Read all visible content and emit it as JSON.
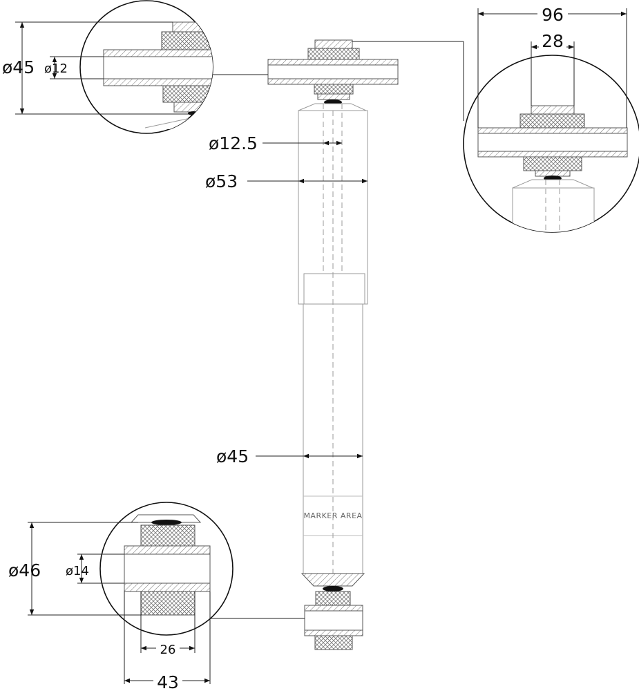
{
  "drawing": {
    "title": "",
    "marker_area": "MARKER AREA"
  },
  "dimensions": {
    "top_detail_outer": "ø45",
    "top_detail_bore": "ø12",
    "rod_dia": "ø12.5",
    "upper_tube_dia": "ø53",
    "lower_tube_dia": "ø45",
    "right_detail_width": "96",
    "right_detail_inner": "28",
    "bottom_detail_outer": "ø46",
    "bottom_detail_bore": "ø14",
    "bottom_detail_inner_width": "26",
    "bottom_detail_outer_width": "43"
  },
  "colors": {
    "line": "#111111",
    "body_line": "#9a9a9a",
    "hatch": "#666666"
  }
}
